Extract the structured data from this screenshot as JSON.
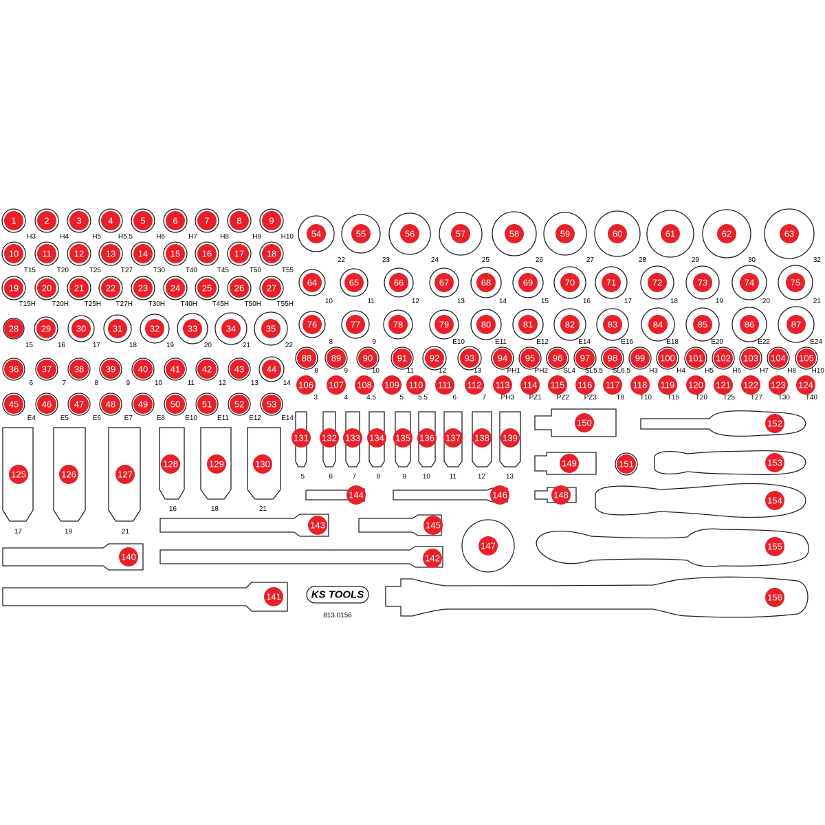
{
  "brand": {
    "logo_text": "KS TOOLS",
    "article_number": "813.0156"
  },
  "colors": {
    "marker": "#e8202a",
    "outline": "#231f20",
    "background": "#ffffff"
  },
  "pockets": [
    {
      "n": 1,
      "size": "H3",
      "shape": "round"
    },
    {
      "n": 2,
      "size": "H4",
      "shape": "round"
    },
    {
      "n": 3,
      "size": "H5",
      "shape": "round"
    },
    {
      "n": 4,
      "size": "H5.5",
      "shape": "round"
    },
    {
      "n": 5,
      "size": "H6",
      "shape": "round"
    },
    {
      "n": 6,
      "size": "H7",
      "shape": "round"
    },
    {
      "n": 7,
      "size": "H8",
      "shape": "round"
    },
    {
      "n": 8,
      "size": "H9",
      "shape": "round"
    },
    {
      "n": 9,
      "size": "H10",
      "shape": "round"
    },
    {
      "n": 10,
      "size": "T15",
      "shape": "round"
    },
    {
      "n": 11,
      "size": "T20",
      "shape": "round"
    },
    {
      "n": 12,
      "size": "T25",
      "shape": "round"
    },
    {
      "n": 13,
      "size": "T27",
      "shape": "round"
    },
    {
      "n": 14,
      "size": "T30",
      "shape": "round"
    },
    {
      "n": 15,
      "size": "T40",
      "shape": "round"
    },
    {
      "n": 16,
      "size": "T45",
      "shape": "round"
    },
    {
      "n": 17,
      "size": "T50",
      "shape": "round"
    },
    {
      "n": 18,
      "size": "T55",
      "shape": "round"
    },
    {
      "n": 19,
      "size": "T15H",
      "shape": "round"
    },
    {
      "n": 20,
      "size": "T20H",
      "shape": "round"
    },
    {
      "n": 21,
      "size": "T25H",
      "shape": "round"
    },
    {
      "n": 22,
      "size": "T27H",
      "shape": "round"
    },
    {
      "n": 23,
      "size": "T30H",
      "shape": "round"
    },
    {
      "n": 24,
      "size": "T40H",
      "shape": "round"
    },
    {
      "n": 25,
      "size": "T45H",
      "shape": "round"
    },
    {
      "n": 26,
      "size": "T50H",
      "shape": "round"
    },
    {
      "n": 27,
      "size": "T55H",
      "shape": "round"
    },
    {
      "n": 28,
      "size": "15",
      "shape": "round"
    },
    {
      "n": 29,
      "size": "16",
      "shape": "round"
    },
    {
      "n": 30,
      "size": "17",
      "shape": "round"
    },
    {
      "n": 31,
      "size": "18",
      "shape": "round"
    },
    {
      "n": 32,
      "size": "19",
      "shape": "round"
    },
    {
      "n": 33,
      "size": "20",
      "shape": "round"
    },
    {
      "n": 34,
      "size": "21",
      "shape": "round"
    },
    {
      "n": 35,
      "size": "22",
      "shape": "round"
    },
    {
      "n": 36,
      "size": "6",
      "shape": "round"
    },
    {
      "n": 37,
      "size": "7",
      "shape": "round"
    },
    {
      "n": 38,
      "size": "8",
      "shape": "round"
    },
    {
      "n": 39,
      "size": "9",
      "shape": "round"
    },
    {
      "n": 40,
      "size": "10",
      "shape": "round"
    },
    {
      "n": 41,
      "size": "11",
      "shape": "round"
    },
    {
      "n": 42,
      "size": "12",
      "shape": "round"
    },
    {
      "n": 43,
      "size": "13",
      "shape": "round"
    },
    {
      "n": 44,
      "size": "14",
      "shape": "round"
    },
    {
      "n": 45,
      "size": "E4",
      "shape": "round"
    },
    {
      "n": 46,
      "size": "E5",
      "shape": "round"
    },
    {
      "n": 47,
      "size": "E6",
      "shape": "round"
    },
    {
      "n": 48,
      "size": "E7",
      "shape": "round"
    },
    {
      "n": 49,
      "size": "E8",
      "shape": "round"
    },
    {
      "n": 50,
      "size": "E10",
      "shape": "round"
    },
    {
      "n": 51,
      "size": "E11",
      "shape": "round"
    },
    {
      "n": 52,
      "size": "E12",
      "shape": "round"
    },
    {
      "n": 53,
      "size": "E14",
      "shape": "round"
    },
    {
      "n": 54,
      "size": "22",
      "shape": "round"
    },
    {
      "n": 55,
      "size": "23",
      "shape": "round"
    },
    {
      "n": 56,
      "size": "24",
      "shape": "round"
    },
    {
      "n": 57,
      "size": "25",
      "shape": "round"
    },
    {
      "n": 58,
      "size": "26",
      "shape": "round"
    },
    {
      "n": 59,
      "size": "27",
      "shape": "round"
    },
    {
      "n": 60,
      "size": "28",
      "shape": "round"
    },
    {
      "n": 61,
      "size": "29",
      "shape": "round"
    },
    {
      "n": 62,
      "size": "30",
      "shape": "round"
    },
    {
      "n": 63,
      "size": "32",
      "shape": "round"
    },
    {
      "n": 64,
      "size": "10",
      "shape": "round"
    },
    {
      "n": 65,
      "size": "11",
      "shape": "round"
    },
    {
      "n": 66,
      "size": "12",
      "shape": "round"
    },
    {
      "n": 67,
      "size": "13",
      "shape": "round"
    },
    {
      "n": 68,
      "size": "14",
      "shape": "round"
    },
    {
      "n": 69,
      "size": "15",
      "shape": "round"
    },
    {
      "n": 70,
      "size": "16",
      "shape": "round"
    },
    {
      "n": 71,
      "size": "17",
      "shape": "round"
    },
    {
      "n": 72,
      "size": "18",
      "shape": "round"
    },
    {
      "n": 73,
      "size": "19",
      "shape": "round"
    },
    {
      "n": 74,
      "size": "20",
      "shape": "round"
    },
    {
      "n": 75,
      "size": "21",
      "shape": "round"
    },
    {
      "n": 76,
      "size": "8",
      "shape": "round"
    },
    {
      "n": 77,
      "size": "9",
      "shape": "round"
    },
    {
      "n": 78,
      "size": "",
      "shape": "round"
    },
    {
      "n": 79,
      "size": "E10",
      "shape": "round"
    },
    {
      "n": 80,
      "size": "E11",
      "shape": "round"
    },
    {
      "n": 81,
      "size": "E12",
      "shape": "round"
    },
    {
      "n": 82,
      "size": "E14",
      "shape": "round"
    },
    {
      "n": 83,
      "size": "E16",
      "shape": "round"
    },
    {
      "n": 84,
      "size": "E18",
      "shape": "round"
    },
    {
      "n": 85,
      "size": "E20",
      "shape": "round"
    },
    {
      "n": 86,
      "size": "E22",
      "shape": "round"
    },
    {
      "n": 87,
      "size": "E24",
      "shape": "round"
    },
    {
      "n": 88,
      "size": "8",
      "shape": "round"
    },
    {
      "n": 89,
      "size": "9",
      "shape": "round"
    },
    {
      "n": 90,
      "size": "10",
      "shape": "round"
    },
    {
      "n": 91,
      "size": "11",
      "shape": "round"
    },
    {
      "n": 92,
      "size": "12",
      "shape": "round"
    },
    {
      "n": 93,
      "size": "13",
      "shape": "round"
    },
    {
      "n": 94,
      "size": "PH1",
      "shape": "round"
    },
    {
      "n": 95,
      "size": "PH2",
      "shape": "round"
    },
    {
      "n": 96,
      "size": "SL4",
      "shape": "round"
    },
    {
      "n": 97,
      "size": "SL5.5",
      "shape": "round"
    },
    {
      "n": 98,
      "size": "SL6.5",
      "shape": "round"
    },
    {
      "n": 99,
      "size": "H3",
      "shape": "round"
    },
    {
      "n": 100,
      "size": "H4",
      "shape": "round"
    },
    {
      "n": 101,
      "size": "H5",
      "shape": "round"
    },
    {
      "n": 102,
      "size": "H6",
      "shape": "round"
    },
    {
      "n": 103,
      "size": "H7",
      "shape": "round"
    },
    {
      "n": 104,
      "size": "H8",
      "shape": "round"
    },
    {
      "n": 105,
      "size": "H10",
      "shape": "round"
    },
    {
      "n": 106,
      "size": "3",
      "shape": "round"
    },
    {
      "n": 107,
      "size": "4",
      "shape": "round"
    },
    {
      "n": 108,
      "size": "4.5",
      "shape": "round"
    },
    {
      "n": 109,
      "size": "5",
      "shape": "round"
    },
    {
      "n": 110,
      "size": "5.5",
      "shape": "round"
    },
    {
      "n": 111,
      "size": "6",
      "shape": "round"
    },
    {
      "n": 112,
      "size": "7",
      "shape": "round"
    },
    {
      "n": 113,
      "size": "PH3",
      "shape": "round"
    },
    {
      "n": 114,
      "size": "PZ1",
      "shape": "round"
    },
    {
      "n": 115,
      "size": "PZ2",
      "shape": "round"
    },
    {
      "n": 116,
      "size": "PZ3",
      "shape": "round"
    },
    {
      "n": 117,
      "size": "T8",
      "shape": "round"
    },
    {
      "n": 118,
      "size": "T10",
      "shape": "round"
    },
    {
      "n": 119,
      "size": "T15",
      "shape": "round"
    },
    {
      "n": 120,
      "size": "T20",
      "shape": "round"
    },
    {
      "n": 121,
      "size": "T25",
      "shape": "round"
    },
    {
      "n": 122,
      "size": "T27",
      "shape": "round"
    },
    {
      "n": 123,
      "size": "T30",
      "shape": "round"
    },
    {
      "n": 124,
      "size": "T40",
      "shape": "round"
    },
    {
      "n": 125,
      "size": "17",
      "shape": "deep-socket"
    },
    {
      "n": 126,
      "size": "19",
      "shape": "deep-socket"
    },
    {
      "n": 127,
      "size": "21",
      "shape": "deep-socket"
    },
    {
      "n": 128,
      "size": "16",
      "shape": "deep-socket"
    },
    {
      "n": 129,
      "size": "18",
      "shape": "deep-socket"
    },
    {
      "n": 130,
      "size": "21",
      "shape": "deep-socket"
    },
    {
      "n": 131,
      "size": "5",
      "shape": "deep-socket"
    },
    {
      "n": 132,
      "size": "6",
      "shape": "deep-socket"
    },
    {
      "n": 133,
      "size": "7",
      "shape": "deep-socket"
    },
    {
      "n": 134,
      "size": "8",
      "shape": "deep-socket"
    },
    {
      "n": 135,
      "size": "9",
      "shape": "deep-socket"
    },
    {
      "n": 136,
      "size": "10",
      "shape": "deep-socket"
    },
    {
      "n": 137,
      "size": "11",
      "shape": "deep-socket"
    },
    {
      "n": 138,
      "size": "12",
      "shape": "deep-socket"
    },
    {
      "n": 139,
      "size": "13",
      "shape": "deep-socket"
    },
    {
      "n": 140,
      "size": "",
      "shape": "extension-bar"
    },
    {
      "n": 141,
      "size": "",
      "shape": "extension-bar"
    },
    {
      "n": 142,
      "size": "",
      "shape": "extension-bar"
    },
    {
      "n": 143,
      "size": "",
      "shape": "extension-bar"
    },
    {
      "n": 144,
      "size": "",
      "shape": "extension-bar"
    },
    {
      "n": 145,
      "size": "",
      "shape": "extension-bar"
    },
    {
      "n": 146,
      "size": "",
      "shape": "extension-bar"
    },
    {
      "n": 147,
      "size": "",
      "shape": "round-adapter"
    },
    {
      "n": 148,
      "size": "",
      "shape": "adapter"
    },
    {
      "n": 149,
      "size": "",
      "shape": "adapter"
    },
    {
      "n": 150,
      "size": "",
      "shape": "adapter"
    },
    {
      "n": 151,
      "size": "",
      "shape": "round"
    },
    {
      "n": 152,
      "size": "",
      "shape": "screwdriver-handle"
    },
    {
      "n": 153,
      "size": "",
      "shape": "screwdriver-handle"
    },
    {
      "n": 154,
      "size": "",
      "shape": "screwdriver-handle"
    },
    {
      "n": 155,
      "size": "",
      "shape": "ratchet"
    },
    {
      "n": 156,
      "size": "",
      "shape": "ratchet"
    }
  ]
}
